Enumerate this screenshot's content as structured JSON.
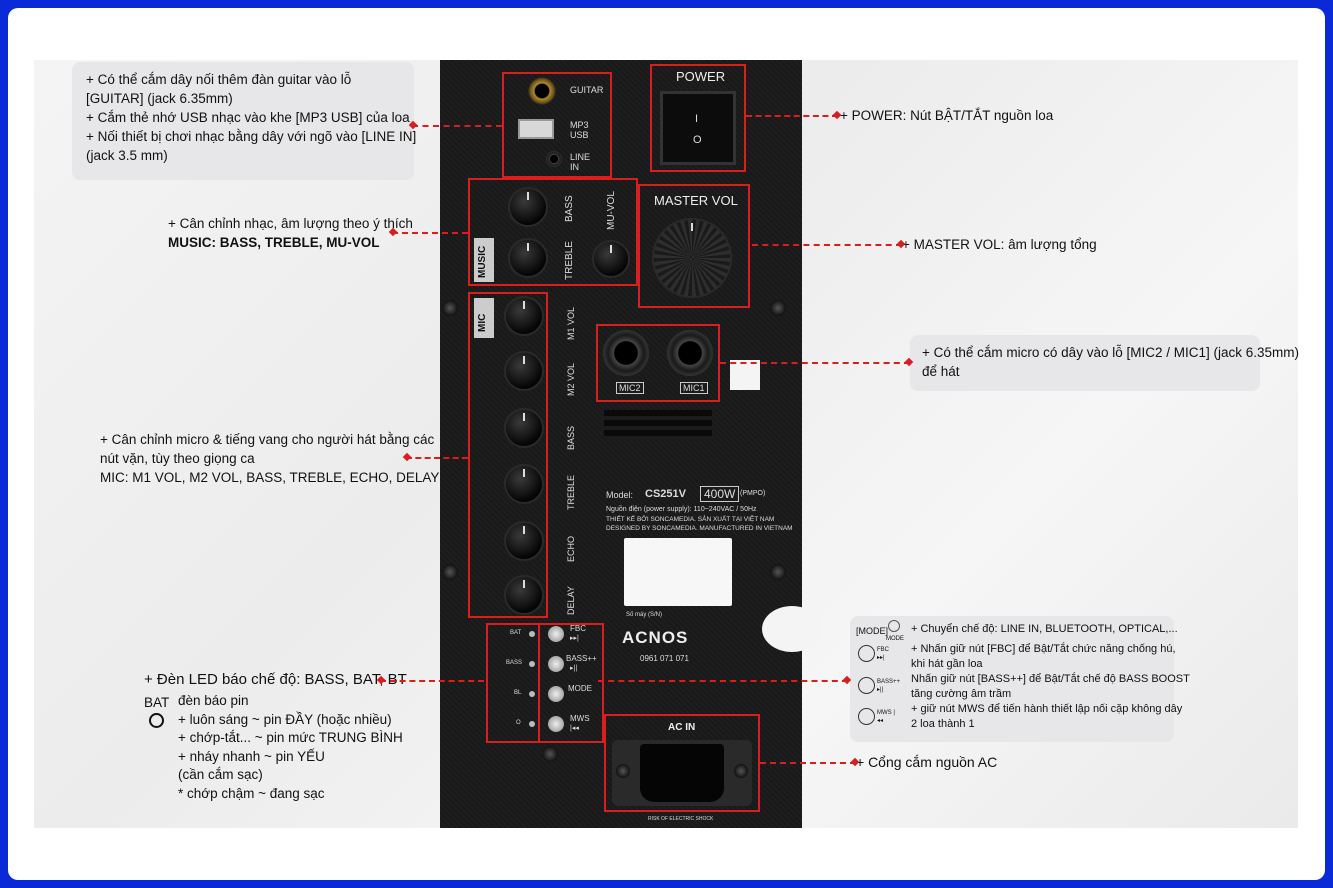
{
  "notes": {
    "guitar_usb_line": [
      " + Có thể cắm dây nối thêm đàn guitar vào lỗ",
      "[GUITAR] (jack 6.35mm)",
      "+ Cắm thẻ nhớ USB nhạc vào khe [MP3 USB] của loa",
      "+ Nối thiết bị chơi nhạc bằng dây với ngõ vào [LINE IN]",
      "(jack 3.5 mm)"
    ],
    "music": [
      "+ Cân chỉnh nhạc, âm lượng theo ý thích",
      "MUSIC: BASS, TREBLE, MU-VOL"
    ],
    "mic": [
      "+ Cân chỉnh micro & tiếng vang cho người hát bằng các",
      "nút vặn, tùy theo giọng ca",
      "MIC: M1 VOL, M2 VOL, BASS, TREBLE, ECHO, DELAY"
    ],
    "led_title": "+ Đèn LED báo chế độ: BASS, BAT, BT",
    "bat_label": "BAT",
    "bat_lines": [
      "đèn báo pin",
      "+ luôn sáng ~ pin ĐẦY (hoặc nhiều)",
      "+ chớp-tắt... ~ pin mức TRUNG BÌNH",
      "+ nháy nhanh ~ pin YẾU",
      "(cần cắm sạc)",
      "* chớp chậm ~ đang sạc"
    ],
    "power": "+ POWER: Nút BẬT/TẮT nguồn loa",
    "master": "+ MASTER VOL: âm lượng tổng",
    "mic_jack": [
      "+ Có thể cắm micro có dây vào lỗ [MIC2 / MIC1] (jack 6.35mm)",
      "để hát"
    ],
    "mode_header": "[MODE]",
    "mode_icon_label": "MODE",
    "mode_lines": [
      "+ Chuyển chế độ: LINE IN, BLUETOOTH, OPTICAL,...",
      "+ Nhấn giữ nút [FBC] để Bật/Tắt chức năng chống hú,",
      "khi hát gần loa",
      "Nhấn giữ nút [BASS++] để Bật/Tắt chế độ BASS BOOST",
      "tăng cường âm trầm",
      "+ giữ nút MWS để tiến hành thiết lập nối cặp không dây",
      "2 loa thành 1"
    ],
    "mode_btns": [
      "FBC ▸▸|",
      "BASS++ ▸||",
      "MWS |◂◂"
    ],
    "ac": "+ Cổng cắm nguồn AC"
  },
  "panel": {
    "guitar": "GUITAR",
    "mp3": "MP3",
    "usb": "USB",
    "line": "LINE",
    "in": "IN",
    "power": "POWER",
    "power_i": "I",
    "power_o": "O",
    "master_vol": "MASTER VOL",
    "music": "MUSIC",
    "mic": "MIC",
    "bass": "BASS",
    "treble": "TREBLE",
    "mu_vol": "MU-VOL",
    "mic_knobs": [
      "M1 VOL",
      "M2 VOL",
      "BASS",
      "TREBLE",
      "ECHO",
      "DELAY"
    ],
    "mic2": "MIC2",
    "mic1": "MIC1",
    "model_label": "Model:",
    "model": "CS251V",
    "watt": "400W",
    "pmpo": "(PMPO)",
    "spec1": "Nguồn điện (power supply): 110~240VAC / 50Hz",
    "spec2": "THIẾT KẾ BỞI SONCAMEDIA. SẢN XUẤT TẠI VIỆT NAM",
    "spec3": "DESIGNED BY SONCAMEDIA. MANUFACTURED IN VIETNAM",
    "serial": "Số máy (S/N)",
    "brand": "ACNOS",
    "hotline": "0961 071 071",
    "led_labels": [
      "BAT",
      "BASS",
      "BL",
      "O"
    ],
    "btn_labels": [
      "FBC",
      "BASS++",
      "MODE",
      "MWS"
    ],
    "btn_icons": [
      "▸▸|",
      "▸||",
      "",
      "|◂◂"
    ],
    "ac_in": "AC IN",
    "warning": "RISK OF ELECTRIC SHOCK"
  }
}
